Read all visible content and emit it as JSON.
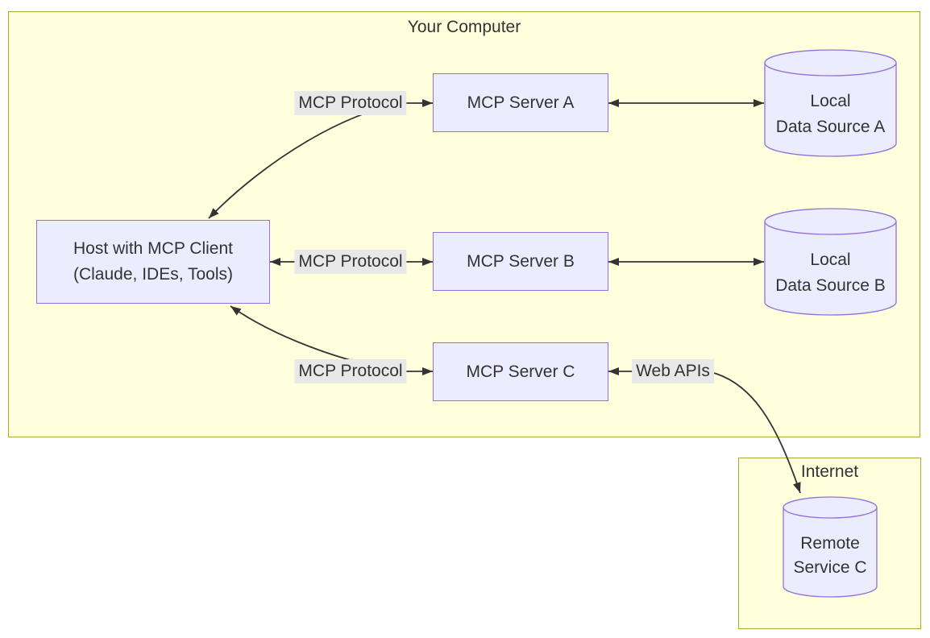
{
  "diagram": {
    "clusters": {
      "your_computer": {
        "title": "Your Computer"
      },
      "internet": {
        "title": "Internet"
      }
    },
    "nodes": {
      "host": {
        "line1": "Host with MCP Client",
        "line2": "(Claude, IDEs, Tools)"
      },
      "server_a": {
        "label": "MCP Server A"
      },
      "server_b": {
        "label": "MCP Server B"
      },
      "server_c": {
        "label": "MCP Server C"
      },
      "data_source_a": {
        "line1": "Local",
        "line2": "Data Source A"
      },
      "data_source_b": {
        "line1": "Local",
        "line2": "Data Source B"
      },
      "remote_service_c": {
        "line1": "Remote",
        "line2": "Service C"
      }
    },
    "edge_labels": {
      "host_server_a": "MCP Protocol",
      "host_server_b": "MCP Protocol",
      "host_server_c": "MCP Protocol",
      "server_c_remote": "Web APIs"
    },
    "colors": {
      "cluster_fill": "#ffffde",
      "cluster_border": "#aaaa33",
      "node_fill": "#ECECFF",
      "node_border": "#9370DB",
      "edge_color": "#333333",
      "edge_label_bg": "#e8e8e8",
      "text_color": "#333333"
    }
  }
}
